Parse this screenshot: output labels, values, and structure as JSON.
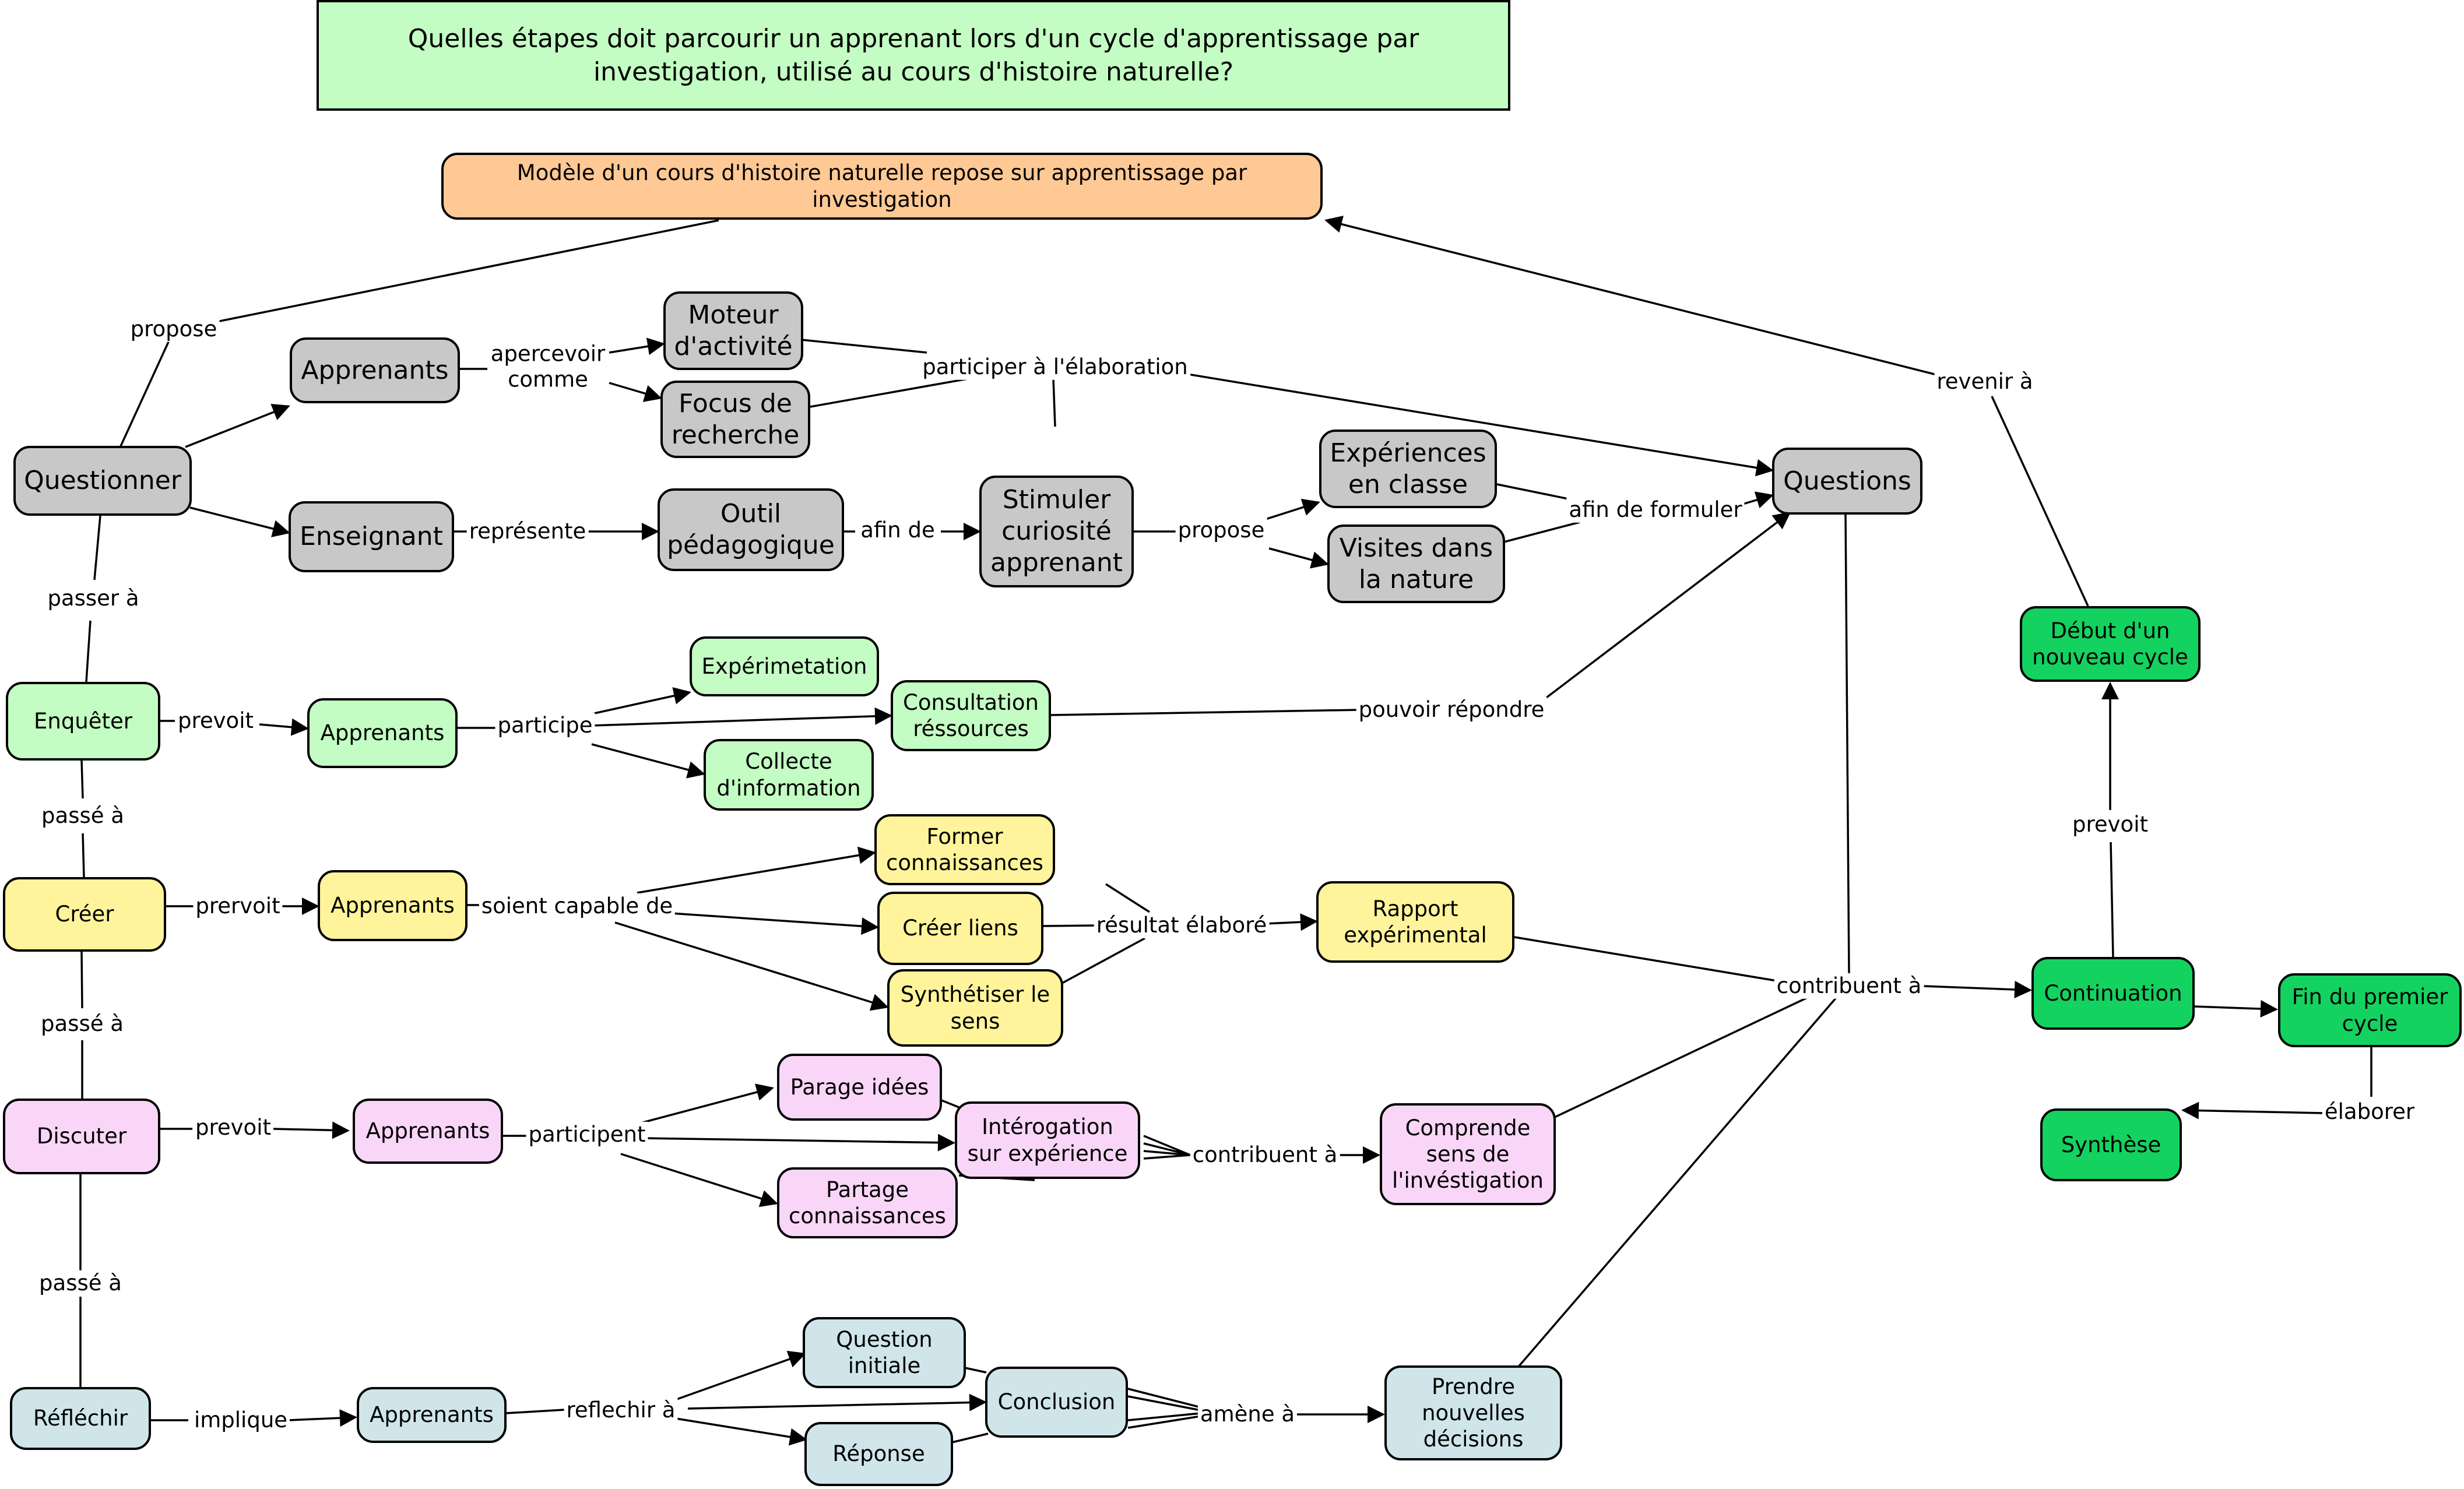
{
  "question": "Quelles étapes doit parcourir un apprenant lors d'un cycle d'apprentissage par investigation, utilisé au cours d'histoire naturelle?",
  "colors": {
    "question": "#c3fdc3",
    "model": "#ffc995",
    "gray": "#c8c8c8",
    "enqueter": "#c3fdc3",
    "creer": "#fff49b",
    "discuter": "#f9d6f7",
    "reflechir": "#cfe5ea",
    "cycle": "#14d25f"
  },
  "nodes": {
    "model": "Modèle d'un cours d'histoire naturelle repose sur apprentissage par investigation",
    "questionner": "Questionner",
    "apprenants_q": "Apprenants",
    "enseignant": "Enseignant",
    "moteur": "Moteur d'activité",
    "focus": "Focus de recherche",
    "outil": "Outil pédagogique",
    "stimuler": "Stimuler curiosité apprenant",
    "experiences": "Expériences en classe",
    "visites": "Visites dans la nature",
    "questions": "Questions",
    "enqueter": "Enquêter",
    "apprenants_e": "Apprenants",
    "experimetation": "Expérimetation",
    "consultation": "Consultation réssources",
    "collecte": "Collecte d'information",
    "creer": "Créer",
    "apprenants_c": "Apprenants",
    "former": "Former connaissances",
    "creer_liens": "Créer liens",
    "synthetiser": "Synthétiser le sens",
    "rapport": "Rapport expérimental",
    "discuter": "Discuter",
    "apprenants_d": "Apprenants",
    "parage": "Parage idées",
    "interogation": "Intérogation sur expérience",
    "partage": "Partage connaissances",
    "comprende": "Comprende sens de l'invéstigation",
    "reflechir": "Réfléchir",
    "apprenants_r": "Apprenants",
    "question_initiale": "Question initiale",
    "conclusion": "Conclusion",
    "reponse": "Réponse",
    "prendre": "Prendre nouvelles décisions",
    "continuation": "Continuation",
    "debut": "Début d'un nouveau cycle",
    "fin": "Fin du premier cycle",
    "synthese": "Synthèse"
  },
  "links": {
    "propose_1": "propose",
    "apercevoir": "apercevoir comme",
    "participer": "participer à l'élaboration",
    "represente": "représente",
    "afin_de": "afin de",
    "propose_2": "propose",
    "afin_formuler": "afin de formuler",
    "passer_a": "passer à",
    "prevoit_e": "prevoit",
    "participe": "participe",
    "pouvoir": "pouvoir répondre",
    "passe_1": "passé à",
    "prervoit": "prervoit",
    "soient": "soient capable de",
    "resultat": "résultat élaboré",
    "passe_2": "passé à",
    "prevoit_d": "prevoit",
    "participent": "participent",
    "contribuent_1": "contribuent à",
    "passe_3": "passé à",
    "implique": "implique",
    "reflechir_a": "reflechir à",
    "amene": "amène à",
    "contribuent_2": "contribuent à",
    "revenir": "revenir à",
    "prevoit_c": "prevoit",
    "elaborer": "élaborer"
  }
}
